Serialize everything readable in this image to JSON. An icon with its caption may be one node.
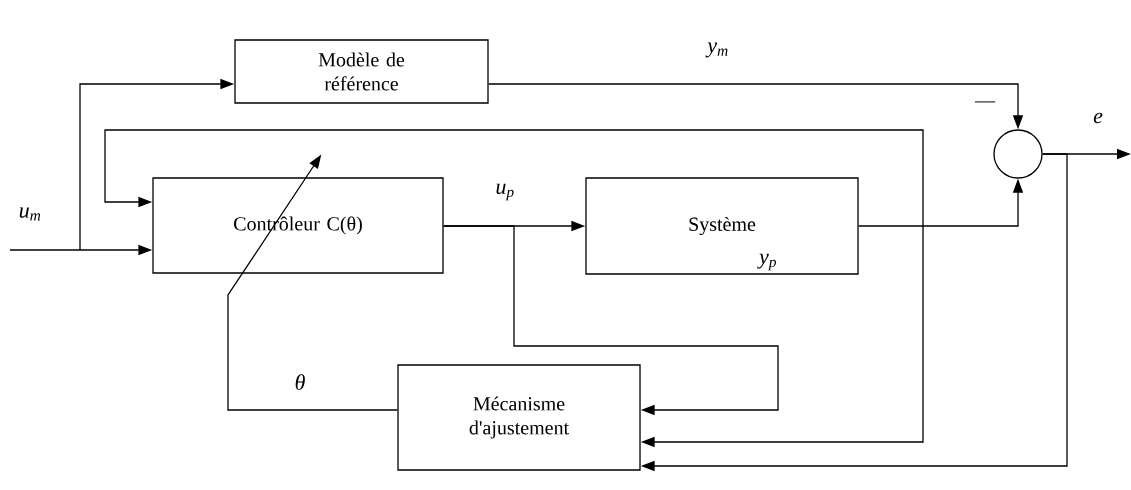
{
  "diagram": {
    "nodes": [
      {
        "text": [
          "Modèle de référence"
        ]
      },
      {
        "text": [
          "Contrôleur C(θ)"
        ]
      },
      {
        "text": [
          "Système"
        ]
      },
      {
        "text": [
          "Mécanisme d'ajustement"
        ]
      },
      {
        "text": [],
        "shape": "circle"
      }
    ],
    "edges": [
      {
        "from": null,
        "to": 1,
        "arrow": "to",
        "label": "u$_{m}$"
      },
      {
        "from": null,
        "to": 0,
        "arrow": "to"
      },
      {
        "from": 1,
        "to": 2,
        "arrow": "to",
        "label": "u$_{p}$"
      },
      {
        "from": 1,
        "to": 3,
        "arrow": "to"
      },
      {
        "from": 0,
        "to": 4,
        "arrow": "to",
        "label": "y$_{m}$"
      },
      {
        "from": 2,
        "to": 4,
        "arrow": "to",
        "label": "y$_{p}$"
      },
      {
        "from": 4,
        "to": null,
        "arrow": "to",
        "label": "e"
      },
      {
        "from": 4,
        "to": 3,
        "arrow": "to"
      },
      {
        "from": 3,
        "to": 1,
        "arrow": "to",
        "label": "θ"
      },
      {
        "from": 3,
        "to": 1,
        "arrow": "both"
      }
    ],
    "labels": [
      "—"
    ]
  }
}
